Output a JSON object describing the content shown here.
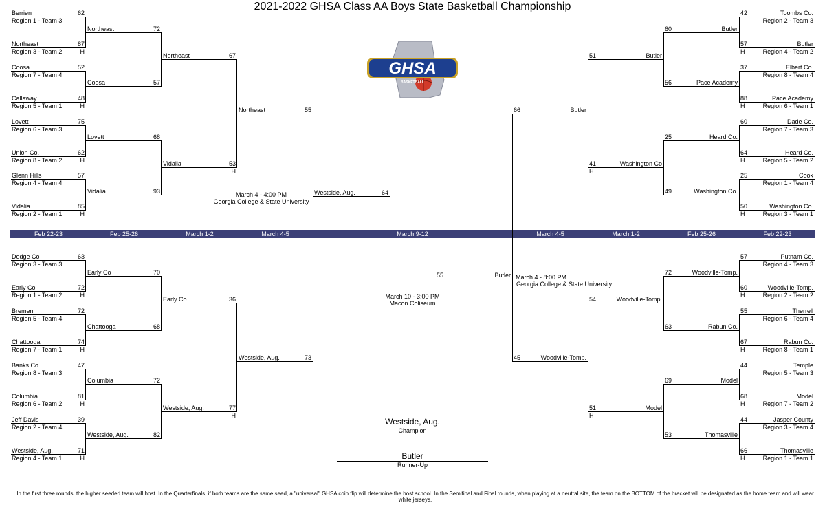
{
  "title": "2021-2022 GHSA Class AA Boys State Basketball Championship",
  "logo": {
    "text": "GHSA",
    "sub": "BASKETBALL"
  },
  "rounds": [
    "Feb 22-23",
    "Feb 25-26",
    "March 1-2",
    "March 4-5",
    "March 9-12",
    "March 4-5",
    "March 1-2",
    "Feb 25-26",
    "Feb 22-23"
  ],
  "teams": {
    "berrien": "Berrien",
    "northeast": "Northeast",
    "coosa": "Coosa",
    "callaway": "Callaway",
    "lovett": "Lovett",
    "union": "Union Co.",
    "glenn": "Glenn Hills",
    "vidalia": "Vidalia",
    "dodge": "Dodge Co",
    "early": "Early Co",
    "bremen": "Bremen",
    "chattooga": "Chattooga",
    "banks": "Banks Co",
    "columbia": "Columbia",
    "jeff": "Jeff Davis",
    "westside": "Westside, Aug.",
    "toombs": "Toombs Co.",
    "butler": "Butler",
    "elbert": "Elbert Co.",
    "pace": "Pace Academy",
    "dade": "Dade Co.",
    "heard": "Heard Co.",
    "cook": "Cook",
    "washington": "Washington Co.",
    "washington2": "Washington Co",
    "putnam": "Putnam Co.",
    "woodville": "Woodville-Tomp.",
    "therrell": "Therrell",
    "rabun": "Rabun Co.",
    "temple": "Temple",
    "model": "Model",
    "jasper": "Jasper County",
    "thomasville": "Thomasville"
  },
  "seeds": {
    "berrien": "Region 1 - Team 3",
    "northeast": "Region 3 - Team 2",
    "coosa": "Region 7 - Team 4",
    "callaway": "Region 5 - Team 1",
    "lovett": "Region 6 - Team 3",
    "union": "Region 8 - Team 2",
    "glenn": "Region 4 - Team 4",
    "vidalia": "Region 2 - Team 1",
    "dodge": "Region 3 - Team 3",
    "early": "Region 1 - Team 2",
    "bremen": "Region 5 - Team 4",
    "chattooga": "Region 7 - Team 1",
    "banks": "Region 8 - Team 3",
    "columbia": "Region 6 - Team 2",
    "jeff": "Region 2 - Team 4",
    "westside": "Region 4 - Team 1",
    "toombs": "Region 2 - Team 3",
    "butler": "Region 4 - Team 2",
    "elbert": "Region  8 - Team 4",
    "pace": "Region 6 - Team 1",
    "dade": "Region 7 - Team 3",
    "heard": "Region 5 - Team 2",
    "cook": "Region 1 - Team 4",
    "washington": "Region 3 - Team 1",
    "putnam": "Region 4 - Team 3",
    "woodville": "Region 2 - Team 2",
    "therrell": "Region 6 - Team 4",
    "rabun": "Region 8 - Team 1",
    "temple": "Region 5 - Team 3",
    "model": "Region 7 - Team 2",
    "jasper": "Region 3 - Team 4",
    "thomasville": "Region 1 - Team 1"
  },
  "host": "H",
  "scores": {
    "l1": [
      "62",
      "87",
      "52",
      "48",
      "75",
      "62",
      "57",
      "85",
      "63",
      "72",
      "72",
      "74",
      "47",
      "81",
      "39",
      "71"
    ],
    "l2": [
      "72",
      "57",
      "68",
      "93",
      "70",
      "68",
      "72",
      "82"
    ],
    "l3": [
      "67",
      "53",
      "36",
      "77"
    ],
    "l4": [
      "55",
      "73"
    ],
    "r1": [
      "42",
      "57",
      "37",
      "88",
      "60",
      "64",
      "25",
      "50",
      "57",
      "60",
      "55",
      "67",
      "44",
      "68",
      "44",
      "66"
    ],
    "r2": [
      "60",
      "56",
      "25",
      "49",
      "72",
      "63",
      "69",
      "53"
    ],
    "r3": [
      "51",
      "41",
      "54",
      "51"
    ],
    "r4": [
      "66",
      "45"
    ],
    "sf": [
      "64",
      "55"
    ]
  },
  "semifinal_left": {
    "time": "March 4 - 4:00 PM",
    "venue": "Georgia College & State University"
  },
  "semifinal_right": {
    "time": "March 4 - 8:00 PM",
    "venue": "Georgia College & State University"
  },
  "final": {
    "time": "March 10 - 3:00 PM",
    "venue": "Macon Coliseum"
  },
  "champion": {
    "name": "Westside, Aug.",
    "label": "Champion"
  },
  "runner_up": {
    "name": "Butler",
    "label": "Runner-Up"
  },
  "footnote": "In the first three rounds, the higher seeded team will host. In the Quarterfinals, if both teams are the same seed, a \"universal\" GHSA coin flip will determine the host school. In the Semifinal and Final rounds, when playing at a neutral site, the team on the BOTTOM of the bracket will be designated as the home team and will wear white jerseys."
}
